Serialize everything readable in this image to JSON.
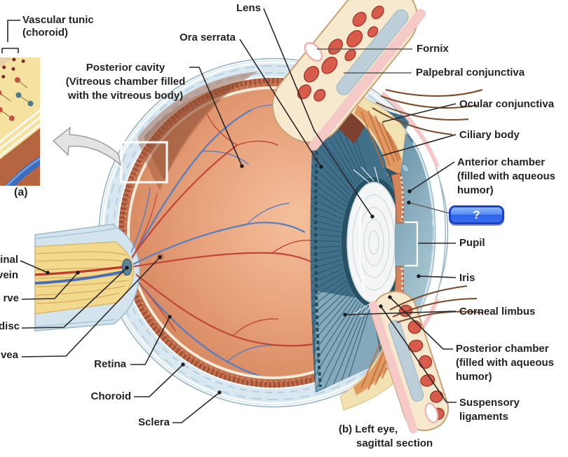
{
  "figure": {
    "panel_a_label": "(a)",
    "panel_b_caption": {
      "lines": [
        "(b) Left eye,",
        "sagittal section"
      ]
    }
  },
  "labels": {
    "vascular_tunic": {
      "lines": [
        "Vascular tunic",
        "(choroid)"
      ]
    },
    "lens": {
      "text": "Lens"
    },
    "ora_serrata": {
      "text": "Ora serrata"
    },
    "posterior_cavity": {
      "lines": [
        "Posterior cavity",
        "(Vitreous chamber filled",
        "with the vitreous body)"
      ]
    },
    "cutoff_retinal_vessels": {
      "lines": [
        "inal",
        "vein"
      ]
    },
    "cutoff_optic_nerve": {
      "text": "rve"
    },
    "cutoff_optic_disc": {
      "text": "disc"
    },
    "cutoff_fovea": {
      "text": "vea"
    },
    "retina": {
      "text": "Retina"
    },
    "choroid": {
      "text": "Choroid"
    },
    "sclera": {
      "text": "Sclera"
    },
    "fornix": {
      "text": "Fornix"
    },
    "palpebral_conjunctiva": {
      "text": "Palpebral conjunctiva"
    },
    "ocular_conjunctiva": {
      "text": "Ocular conjunctiva"
    },
    "ciliary_body": {
      "text": "Ciliary body"
    },
    "anterior_chamber": {
      "lines": [
        "Anterior chamber",
        "(filled with aqueous",
        "humor)"
      ]
    },
    "pupil": {
      "text": "Pupil"
    },
    "iris": {
      "text": "Iris"
    },
    "corneal_limbus": {
      "text": "Corneal limbus"
    },
    "posterior_chamber": {
      "lines": [
        "Posterior chamber",
        "(filled with aqueous",
        "humor)"
      ]
    },
    "suspensory_ligaments": {
      "lines": [
        "Suspensory",
        "ligaments"
      ]
    }
  },
  "quiz_button": {
    "label": "?",
    "fill_top": "#8ab6fa",
    "fill_bottom": "#2f62e6",
    "border_color": "#1d40c4",
    "text_color": "#ffffff"
  },
  "art_palette": {
    "label_text": "#262224",
    "leader_line": "#2a2627",
    "sclera_blue": "#d9e8f0",
    "choroid_brown": "#bf6d4a",
    "retina_salmon": "#e8a37c",
    "zonule_fan_teal": "#41708a",
    "anterior_chamber_blue": "#86abbd",
    "lens_white": "#f4f6f6",
    "iris_orange": "#d4845c",
    "artery_red": "#c0453a",
    "vein_blue": "#5b7fc0",
    "optic_nerve_yellow": "#f3d98e",
    "eyelid_cream": "#f7e9cd",
    "conjunctiva_pink": "#f5c9c6",
    "muscle_red": "#d85c4c",
    "tarsal_plate_gray": "#bdd0da"
  }
}
